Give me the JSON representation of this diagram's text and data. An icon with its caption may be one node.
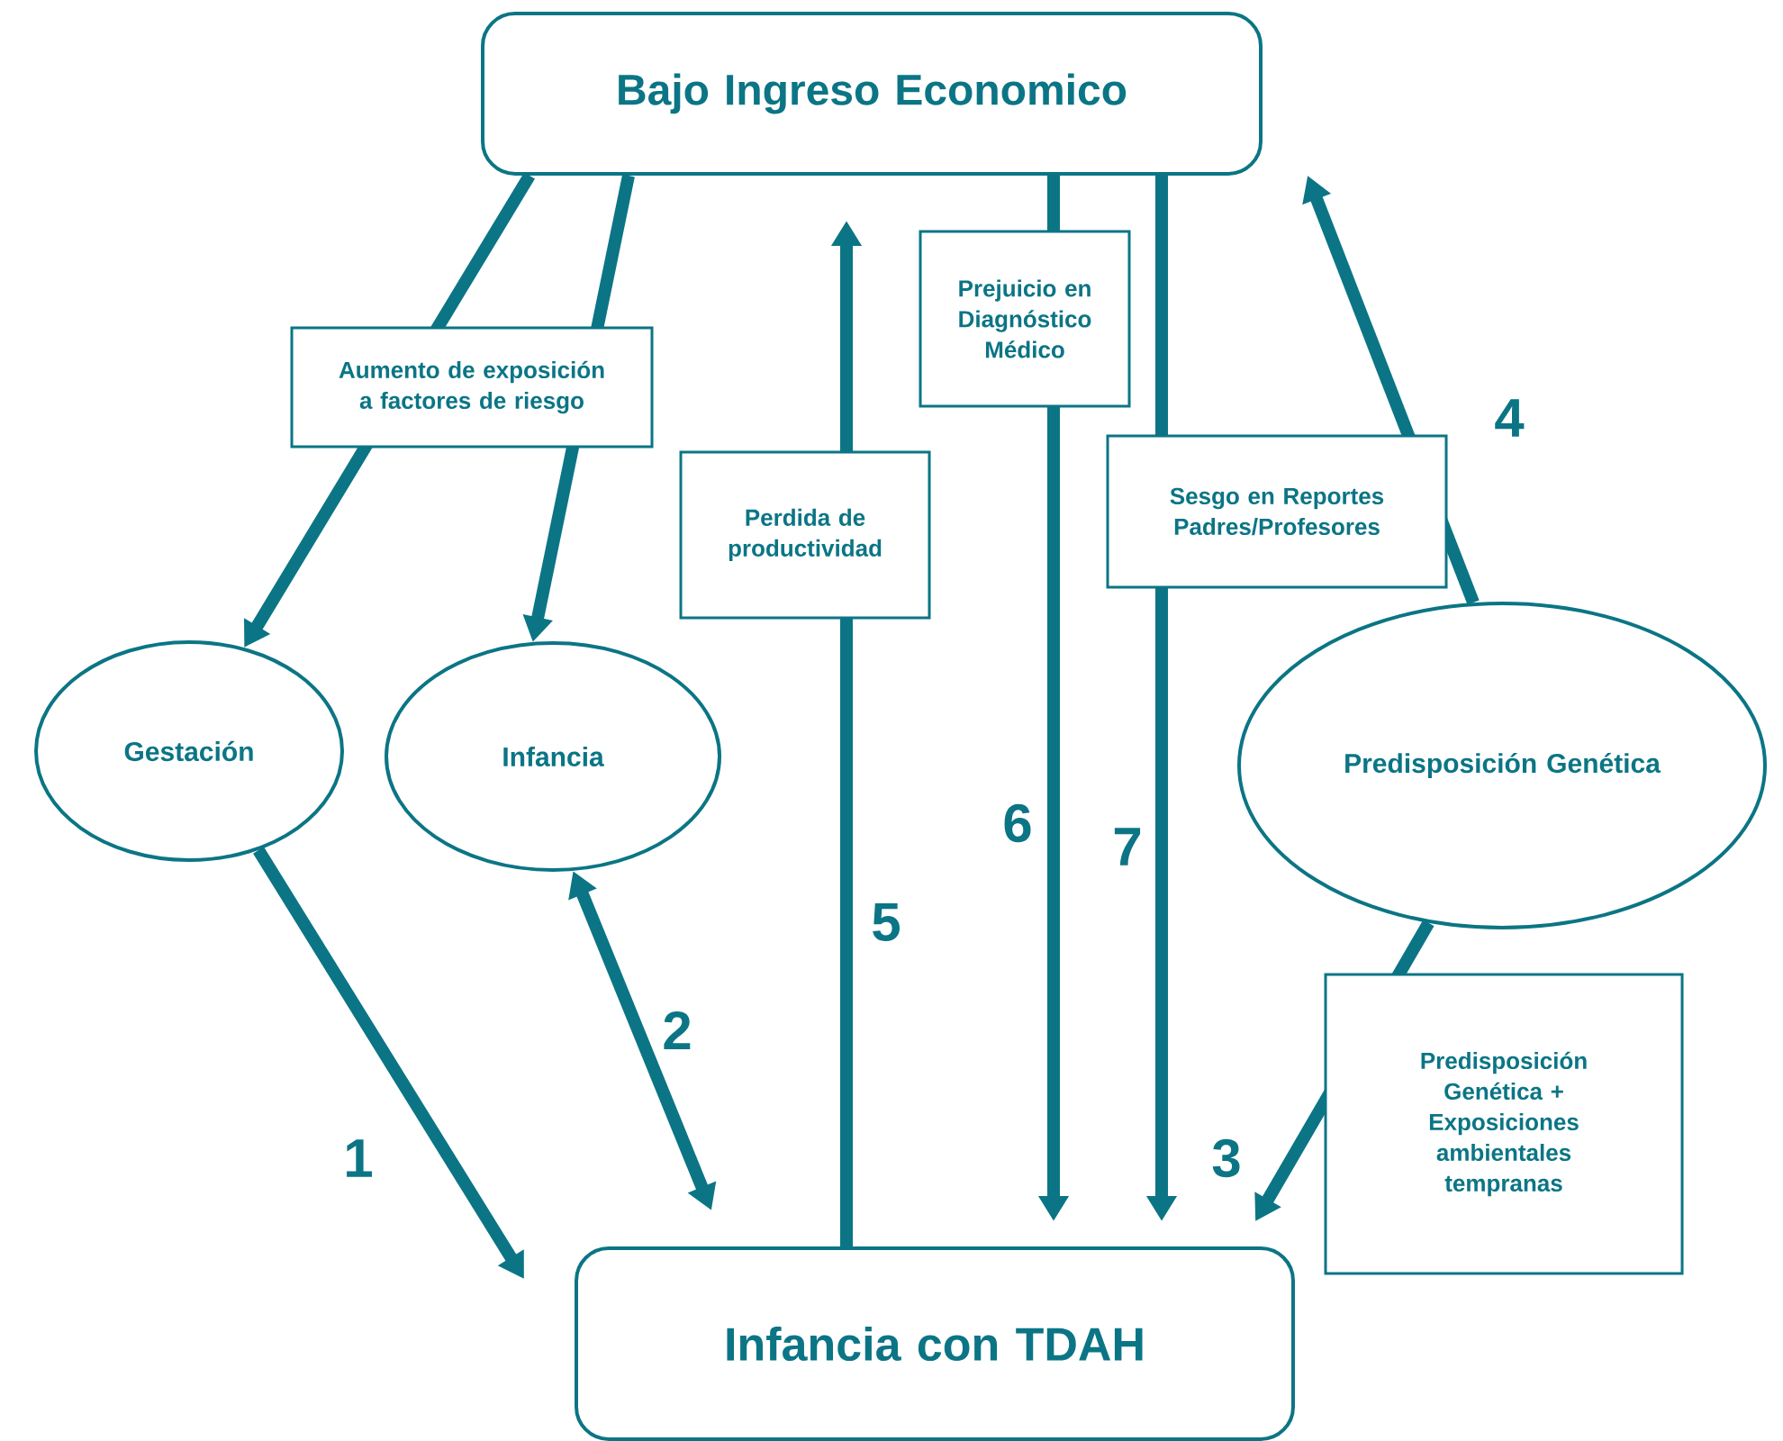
{
  "diagram": {
    "nodes": [
      {
        "text": [
          "Bajo Ingreso Economico"
        ]
      },
      {
        "text": [
          "Gestación"
        ]
      },
      {
        "text": [
          "Infancia"
        ]
      },
      {
        "text": [
          "Predisposición Genética"
        ]
      },
      {
        "text": [
          "Infancia con TDAH"
        ]
      }
    ],
    "edges": [
      {
        "from": 0,
        "to": 1,
        "arrow": "to",
        "label": "Aumento de exposición a factores de riesgo"
      },
      {
        "from": 0,
        "to": 2,
        "arrow": "to"
      },
      {
        "from": 1,
        "to": 4,
        "arrow": "to"
      },
      {
        "from": 4,
        "to": 2,
        "arrow": "both"
      },
      {
        "from": 4,
        "to": 0,
        "arrow": "to",
        "label": "Perdida de productividad"
      },
      {
        "from": 0,
        "to": 4,
        "arrow": "to",
        "label": "Prejuicio en Diagnóstico Médico"
      },
      {
        "from": 0,
        "to": 4,
        "arrow": "to",
        "label": "Sesgo en Reportes Padres/Profesores"
      },
      {
        "from": 3,
        "to": 4,
        "arrow": "to",
        "label": "Predisposición Genética + Exposiciones ambientales tempranas"
      },
      {
        "from": 3,
        "to": 0,
        "arrow": "to"
      }
    ],
    "labels": [
      "1",
      "2",
      "3",
      "4",
      "5",
      "6",
      "7"
    ]
  }
}
